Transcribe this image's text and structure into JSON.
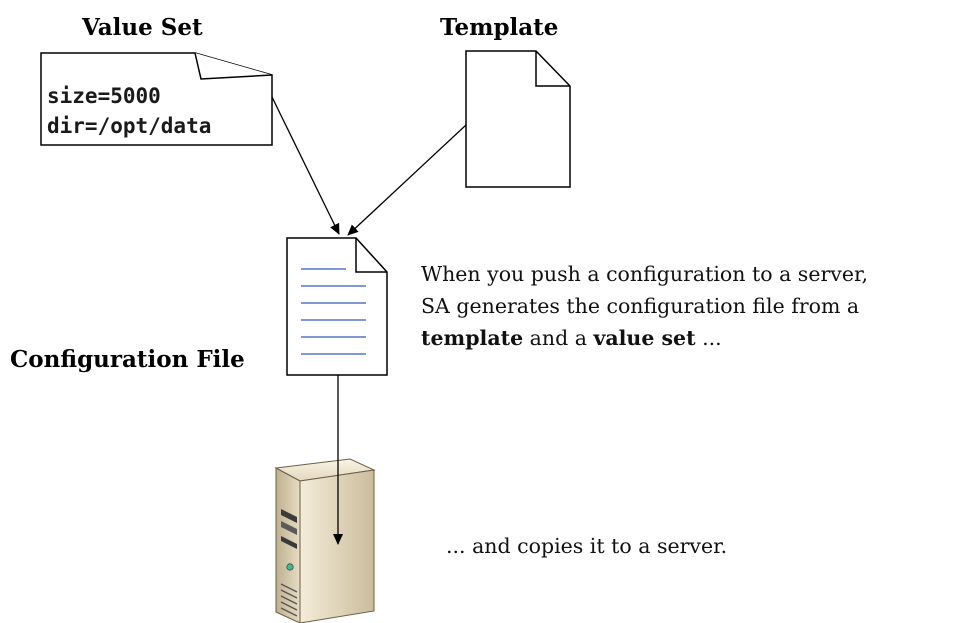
{
  "value_set": {
    "title": "Value Set",
    "lines": [
      "size=5000",
      "dir=/opt/data"
    ]
  },
  "template": {
    "title": "Template"
  },
  "configuration_file": {
    "title": "Configuration File"
  },
  "explanation": {
    "line1": "When you push a configuration to a server,",
    "line2": "SA generates the configuration file from a",
    "line3_bold_a": "template",
    "line3_mid": " and a ",
    "line3_bold_b": "value set",
    "line3_end": " ..."
  },
  "server_note": "... and copies it to a server.",
  "colors": {
    "page_lines": "#5577cc",
    "server_body": "#d9cdb3",
    "outline": "#000000"
  }
}
